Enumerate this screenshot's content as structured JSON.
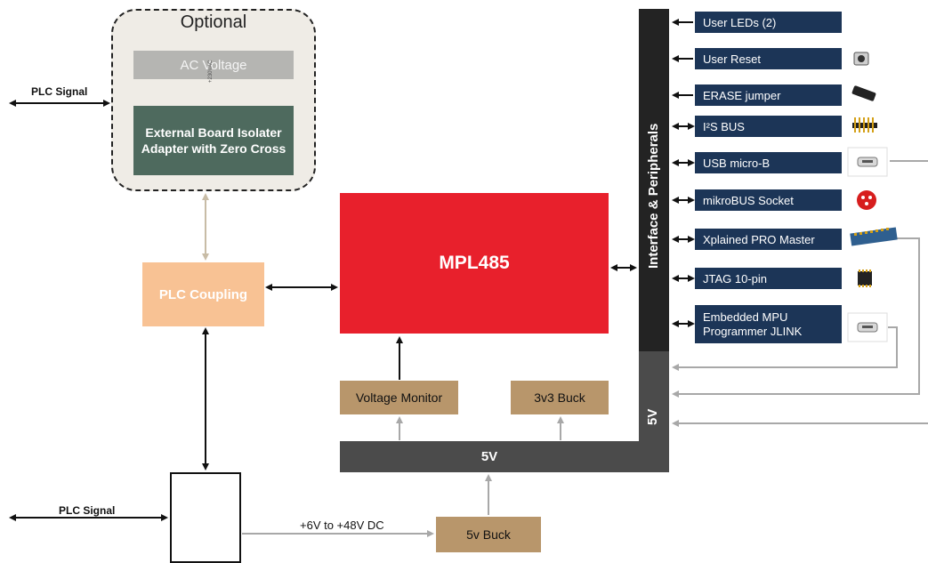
{
  "optional": {
    "title": "Optional",
    "ac_voltage": "AC Voltage",
    "vac_note": "+230VAC",
    "external_board": "External Board Isolater Adapter with Zero Cross"
  },
  "plc_coupling": "PLC Coupling",
  "mpl485": "MPL485",
  "voltage_monitor": "Voltage Monitor",
  "buck_3v3": "3v3 Buck",
  "buck_5v": "5v Buck",
  "rail_5v": "5V",
  "rail_5v_vertical": "5V",
  "interface_label": "Interface & Peripherals",
  "plc_signal_top": "PLC Signal",
  "plc_signal_bottom": "PLC Signal",
  "dc_input": "+6V to +48V DC",
  "peripherals": [
    {
      "label": "User LEDs (2)",
      "icon": "led-icon"
    },
    {
      "label": "User Reset",
      "icon": "reset-button-icon"
    },
    {
      "label": "ERASE jumper",
      "icon": "jumper-icon"
    },
    {
      "label": "I²S BUS",
      "icon": "pin-header-icon"
    },
    {
      "label": "USB micro-B",
      "icon": "usb-micro-b-icon"
    },
    {
      "label": "mikroBUS Socket",
      "icon": "mikrobus-icon"
    },
    {
      "label": "Xplained PRO Master",
      "icon": "xplained-header-icon"
    },
    {
      "label": "JTAG 10-pin",
      "icon": "jtag-header-icon"
    },
    {
      "label": "Embedded MPU Programmer JLINK",
      "icon": "usb-micro-b-icon"
    }
  ],
  "colors": {
    "mpl": "#e8202c",
    "plc_coupling": "#f8c294",
    "buck": "#b8966b",
    "rail": "#4b4b4b",
    "peripheral": "#1c3557",
    "external_board": "#4e6a5e"
  }
}
